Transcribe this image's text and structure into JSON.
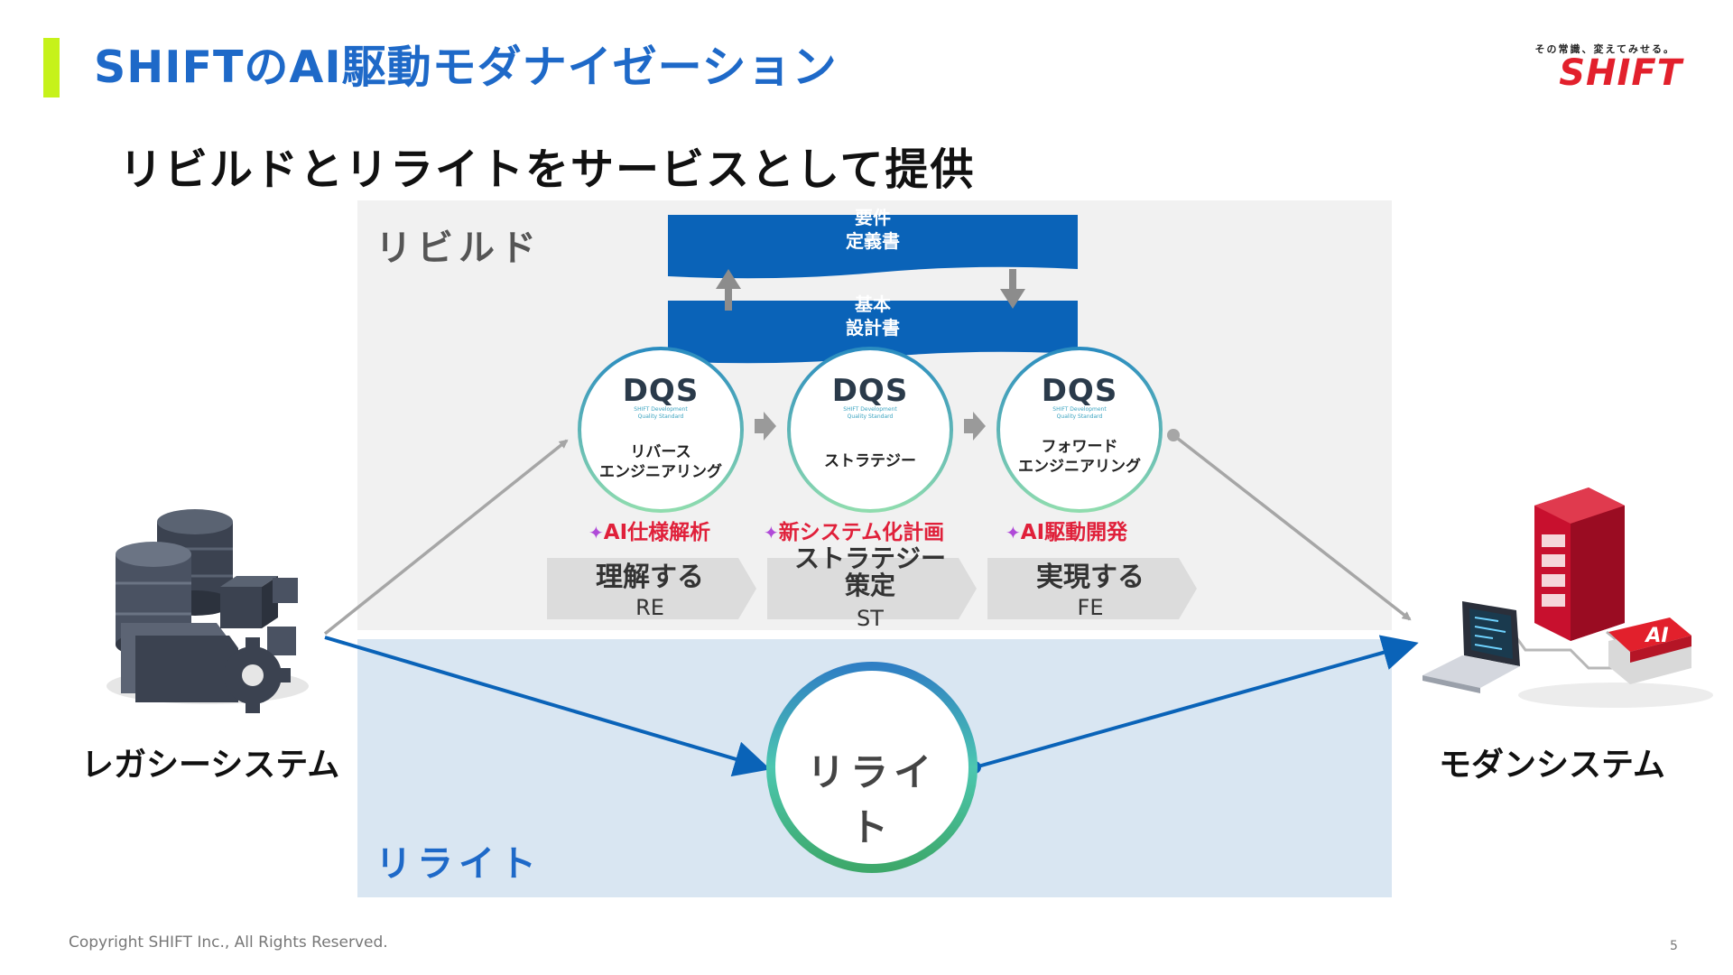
{
  "title": "SHIFTのAI駆動モダナイゼーション",
  "subtitle": "リビルドとリライトをサービスとして提供",
  "logo": {
    "tagline": "その常識、変えてみせる。",
    "wordmark": "SHIFT"
  },
  "regions": {
    "rebuild": "リビルド",
    "rewrite": "リライト"
  },
  "documents": {
    "requirements": "要件\n定義書",
    "basic_design": "基本\n設計書"
  },
  "dqs": {
    "mark": "DQS",
    "sub1": "SHIFT Development",
    "sub2": "Quality Standard"
  },
  "stages": [
    {
      "circle": "リバース\nエンジニアリング",
      "ai_label": "AI仕様解析",
      "step": "理解する",
      "code": "RE"
    },
    {
      "circle": "ストラテジー",
      "ai_label": "新システム化計画",
      "step": "ストラテジー\n策定",
      "code": "ST"
    },
    {
      "circle": "フォワード\nエンジニアリング",
      "ai_label": "AI駆動開発",
      "step": "実現する",
      "code": "FE"
    }
  ],
  "legacy_label": "レガシーシステム",
  "modern_label": "モダンシステム",
  "rewrite_node": "リライト",
  "ai_chip": "AI",
  "footer": "Copyright SHIFT Inc., All Rights Reserved.",
  "page_number": "5",
  "colors": {
    "title_blue": "#1e69c8",
    "accent": "#c6f21a",
    "doc_blue": "#0a63b8",
    "ai_red": "#e0203a",
    "arrow_gray": "#a6a6a6",
    "arrow_blue": "#0a63b8",
    "brand_red": "#e2202c"
  }
}
